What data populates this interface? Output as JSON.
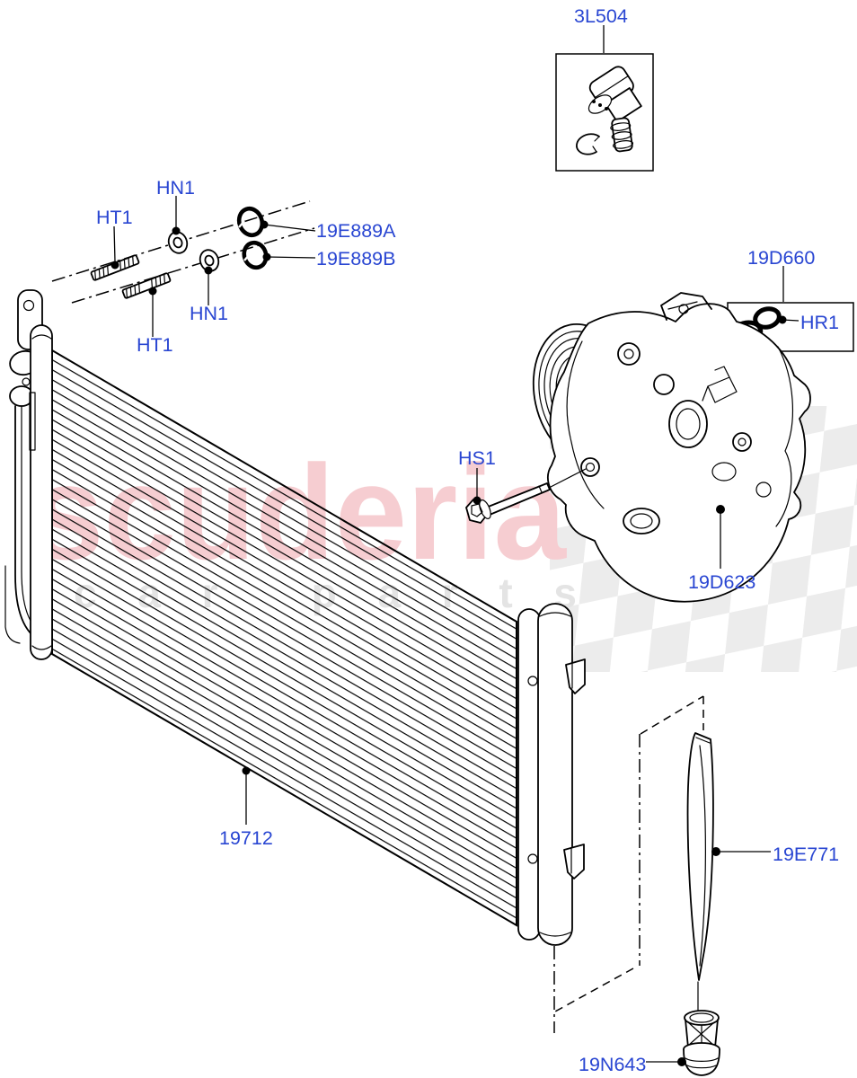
{
  "watermark": {
    "brand": "scuderia",
    "tagline": "car parts",
    "brand_color": "#f6cdd1",
    "tagline_color": "#e4e4e4",
    "flag_color": "#ececec"
  },
  "colors": {
    "label_blue": "#2946d2",
    "line_black": "#000000",
    "background": "#ffffff"
  },
  "labels": {
    "sensor": "3L504",
    "nut_upper": "HN1",
    "stud_upper": "HT1",
    "seal_a": "19E889A",
    "seal_b": "19E889B",
    "nut_lower": "HN1",
    "stud_lower": "HT1",
    "oring_kit": "19D660",
    "oring": "HR1",
    "bolt": "HS1",
    "compressor": "19D623",
    "condenser": "19712",
    "desiccant_bag": "19E771",
    "filter": "19N643"
  }
}
